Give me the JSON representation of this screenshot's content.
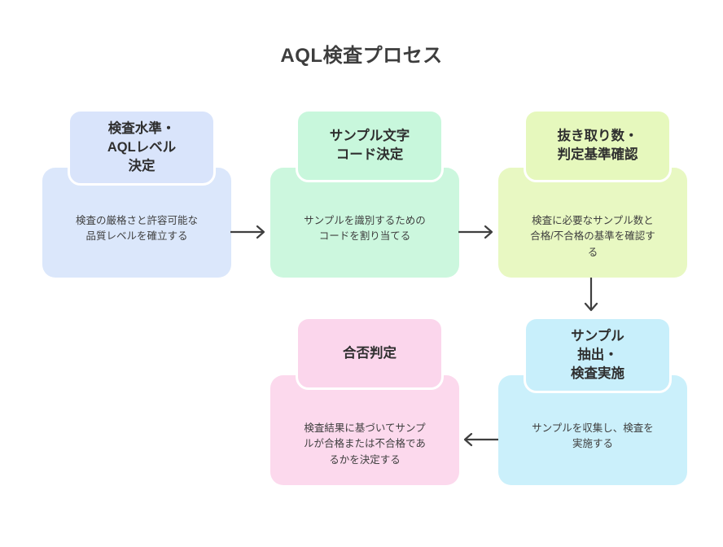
{
  "diagram": {
    "title": "AQL検査プロセス",
    "type": "flowchart",
    "background": "#ffffff",
    "arrow_color": "#3f3f3f",
    "nodes": [
      {
        "id": "step-1",
        "order": 1,
        "title": "検査水準・\nAQLレベル\n決定",
        "description": "検査の厳格さと許容可能な\n品質レベルを確立する",
        "header_color": "#d9e4fb",
        "body_color": "#dbe7fb"
      },
      {
        "id": "step-2",
        "order": 2,
        "title": "サンプル文字\nコード決定",
        "description": "サンプルを識別するための\nコードを割り当てる",
        "header_color": "#c8f7dc",
        "body_color": "#ccf7de"
      },
      {
        "id": "step-3",
        "order": 3,
        "title": "抜き取り数・\n判定基準確認",
        "description": "検査に必要なサンプル数と\n合格/不合格の基準を確認す\nる",
        "header_color": "#e6f8bd",
        "body_color": "#e8f8c2"
      },
      {
        "id": "step-4",
        "order": 4,
        "title": "サンプル\n抽出・\n検査実施",
        "description": "サンプルを収集し、検査を\n実施する",
        "header_color": "#c8effb",
        "body_color": "#cbf0fb"
      },
      {
        "id": "step-5",
        "order": 5,
        "title": "合否判定",
        "description": "検査結果に基づいてサンプ\nルが合格または不合格であ\nるかを決定する",
        "header_color": "#fbd6ec",
        "body_color": "#fcd9ed"
      }
    ],
    "connectors": [
      {
        "id": "c1",
        "from": "step-1",
        "to": "step-2",
        "direction": "right"
      },
      {
        "id": "c2",
        "from": "step-2",
        "to": "step-3",
        "direction": "right"
      },
      {
        "id": "c3",
        "from": "step-3",
        "to": "step-4",
        "direction": "down"
      },
      {
        "id": "c4",
        "from": "step-4",
        "to": "step-5",
        "direction": "left"
      }
    ]
  }
}
